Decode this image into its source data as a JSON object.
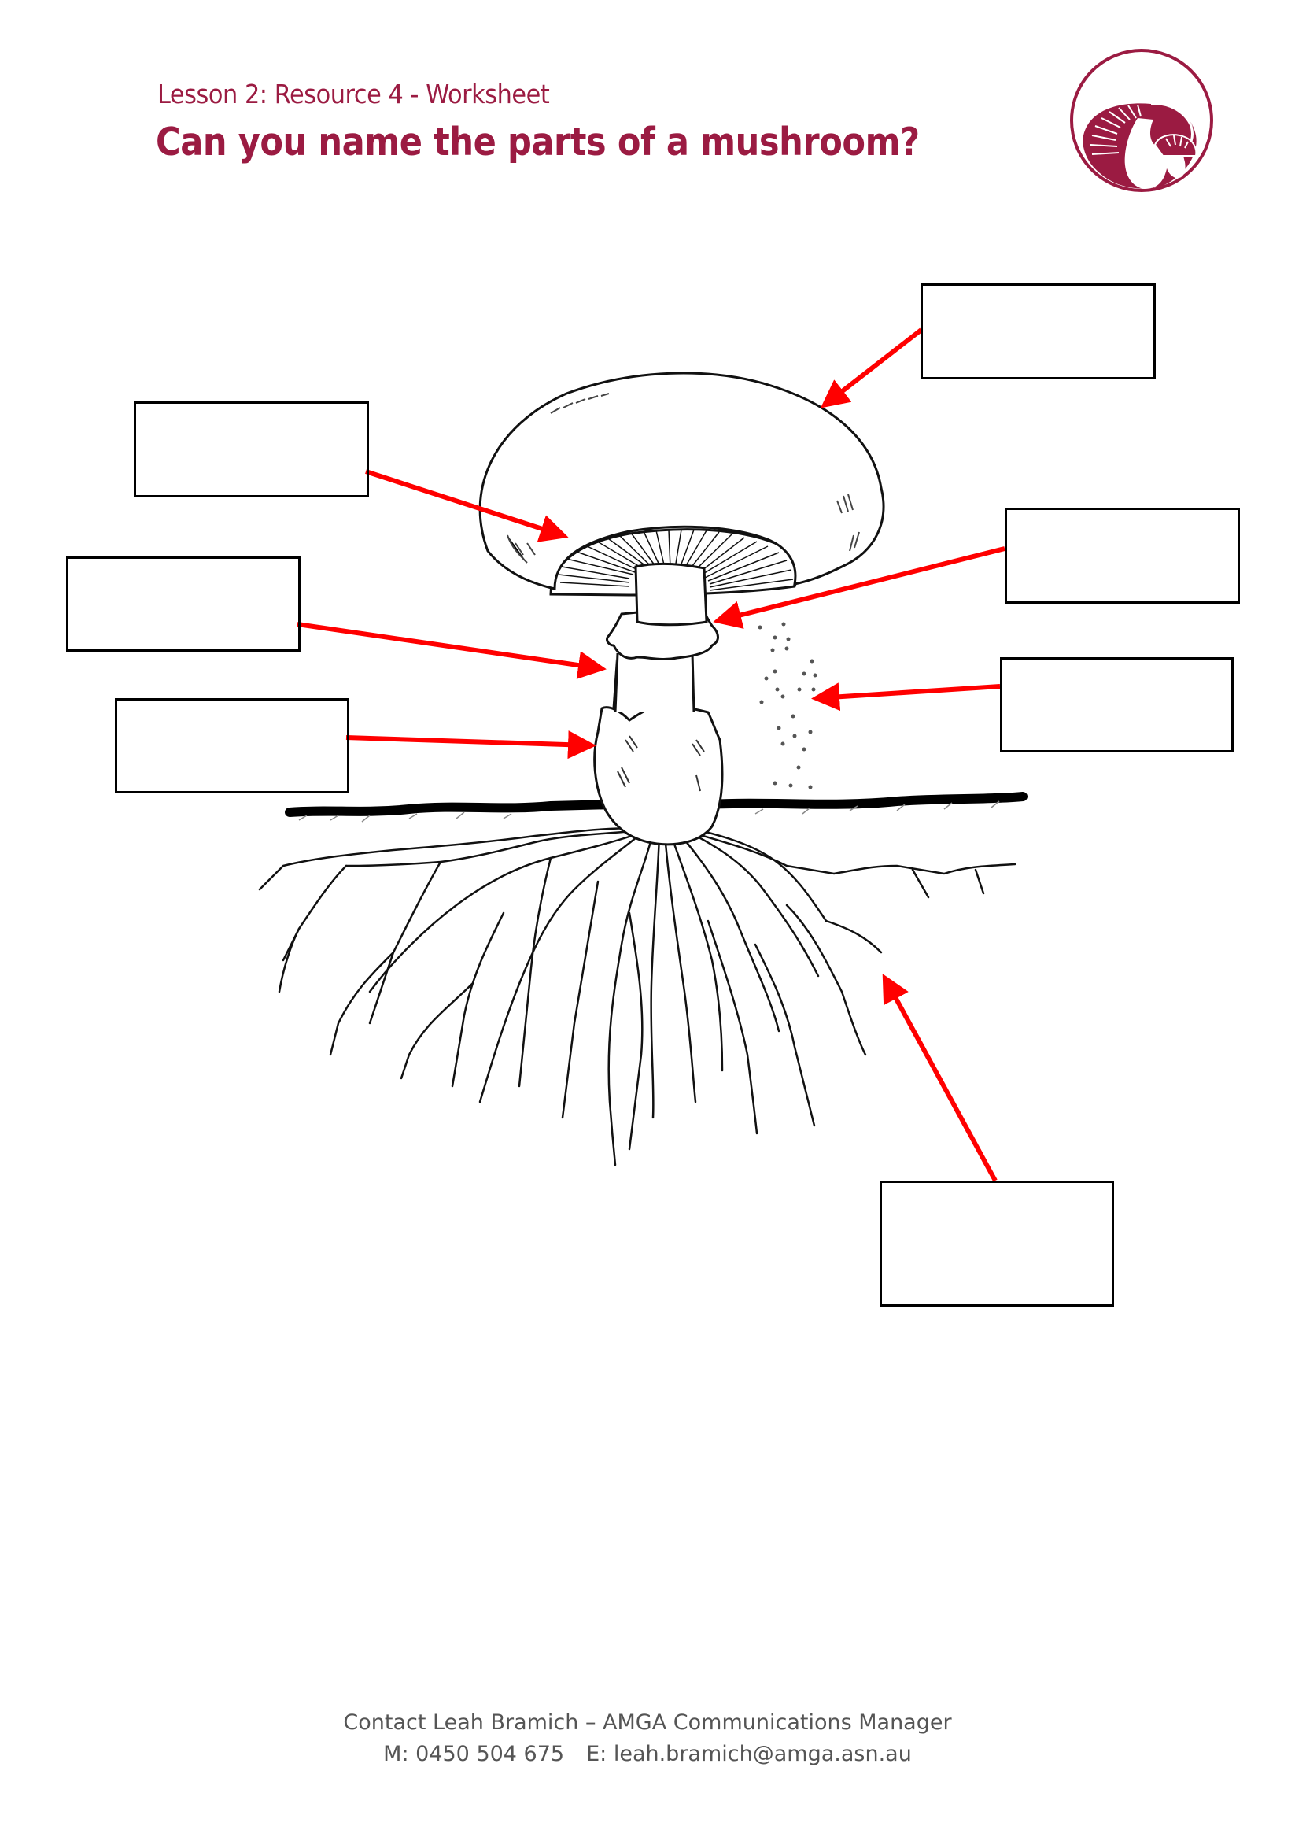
{
  "header": {
    "subtitle": "Lesson 2: Resource 4 - Worksheet",
    "title": "Can you name the parts of a mushroom?",
    "logo_icon": "mushroom-logo-icon",
    "brand_color": "#9b1b42"
  },
  "diagram": {
    "subject": "mushroom",
    "arrow_color": "#ff0000",
    "label_boxes": [
      {
        "id": "cap",
        "value": ""
      },
      {
        "id": "gills",
        "value": ""
      },
      {
        "id": "stem",
        "value": ""
      },
      {
        "id": "volva",
        "value": ""
      },
      {
        "id": "ring",
        "value": ""
      },
      {
        "id": "spores",
        "value": ""
      },
      {
        "id": "mycelium",
        "value": ""
      }
    ]
  },
  "footer": {
    "contact": "Contact Leah Bramich – AMGA Communications Manager",
    "mobile": "M: 0450 504 675",
    "email": "E: leah.bramich@amga.asn.au"
  }
}
